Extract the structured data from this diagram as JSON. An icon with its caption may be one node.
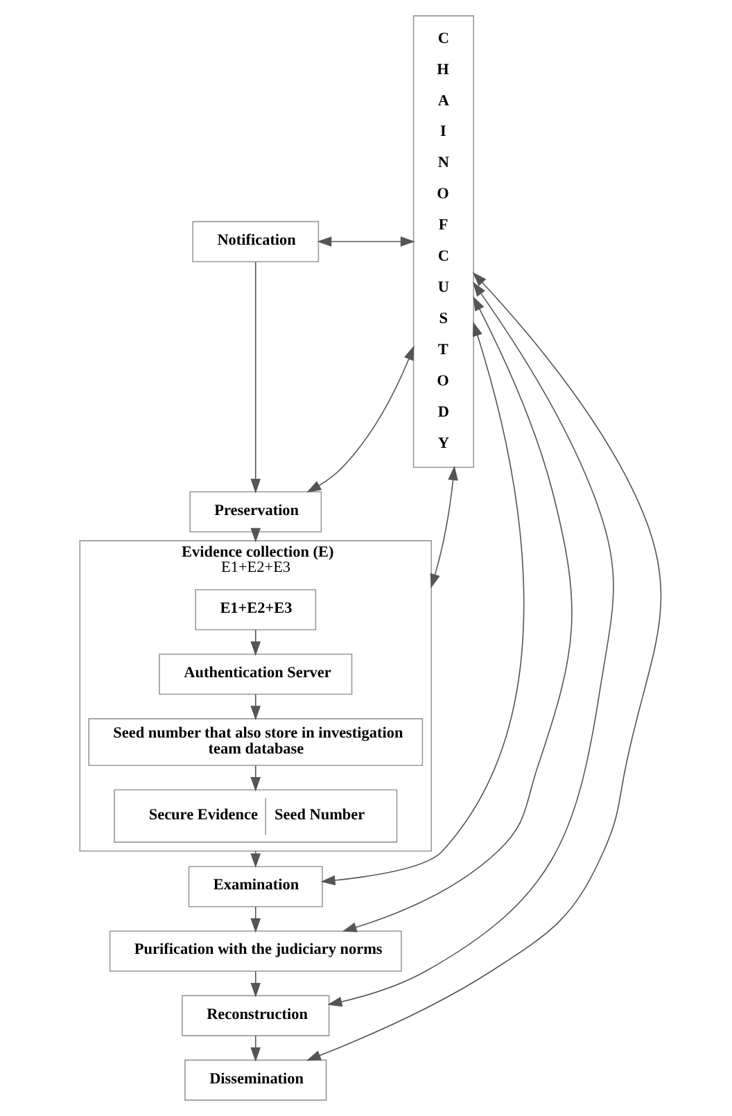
{
  "diagram": {
    "nodes": [
      {
        "text": [
          "Notification"
        ]
      },
      {
        "text": [
          "Preservation"
        ]
      },
      {
        "text": [
          "Evidence collection (E)",
          "E1+E2+E3"
        ]
      },
      {
        "text": [
          "E1+E2+E3"
        ],
        "in": 2
      },
      {
        "text": [
          "Authentication Server"
        ],
        "in": 2
      },
      {
        "text": [
          "Seed number that also store in investigation team database"
        ],
        "in": 2
      },
      {
        "text": [
          "Secure Evidence",
          "Seed Number"
        ],
        "in": 2
      },
      {
        "text": [
          "Examination"
        ]
      },
      {
        "text": [
          "Purification with the judiciary norms"
        ]
      },
      {
        "text": [
          "Reconstruction"
        ]
      },
      {
        "text": [
          "Dissemination"
        ]
      },
      {
        "text": [
          "C H A I N O F C U S T O D Y"
        ]
      }
    ],
    "edges": [
      {
        "from": 0,
        "to": 1,
        "arrow": "to"
      },
      {
        "from": 1,
        "to": 2,
        "arrow": "to"
      },
      {
        "from": 3,
        "to": 4,
        "arrow": "to"
      },
      {
        "from": 4,
        "to": 5,
        "arrow": "to"
      },
      {
        "from": 5,
        "to": 6,
        "arrow": "to"
      },
      {
        "from": 2,
        "to": 7,
        "arrow": "to"
      },
      {
        "from": 7,
        "to": 8,
        "arrow": "to"
      },
      {
        "from": 8,
        "to": 9,
        "arrow": "to"
      },
      {
        "from": 9,
        "to": 10,
        "arrow": "to"
      },
      {
        "from": 0,
        "to": 11,
        "arrow": "both"
      },
      {
        "from": 1,
        "to": 11,
        "arrow": "both"
      },
      {
        "from": 2,
        "to": 11,
        "arrow": "both"
      },
      {
        "from": 7,
        "to": 11,
        "arrow": "both"
      },
      {
        "from": 8,
        "to": 11,
        "arrow": "both"
      },
      {
        "from": 9,
        "to": 11,
        "arrow": "both"
      },
      {
        "from": 10,
        "to": 11,
        "arrow": "both"
      }
    ]
  }
}
